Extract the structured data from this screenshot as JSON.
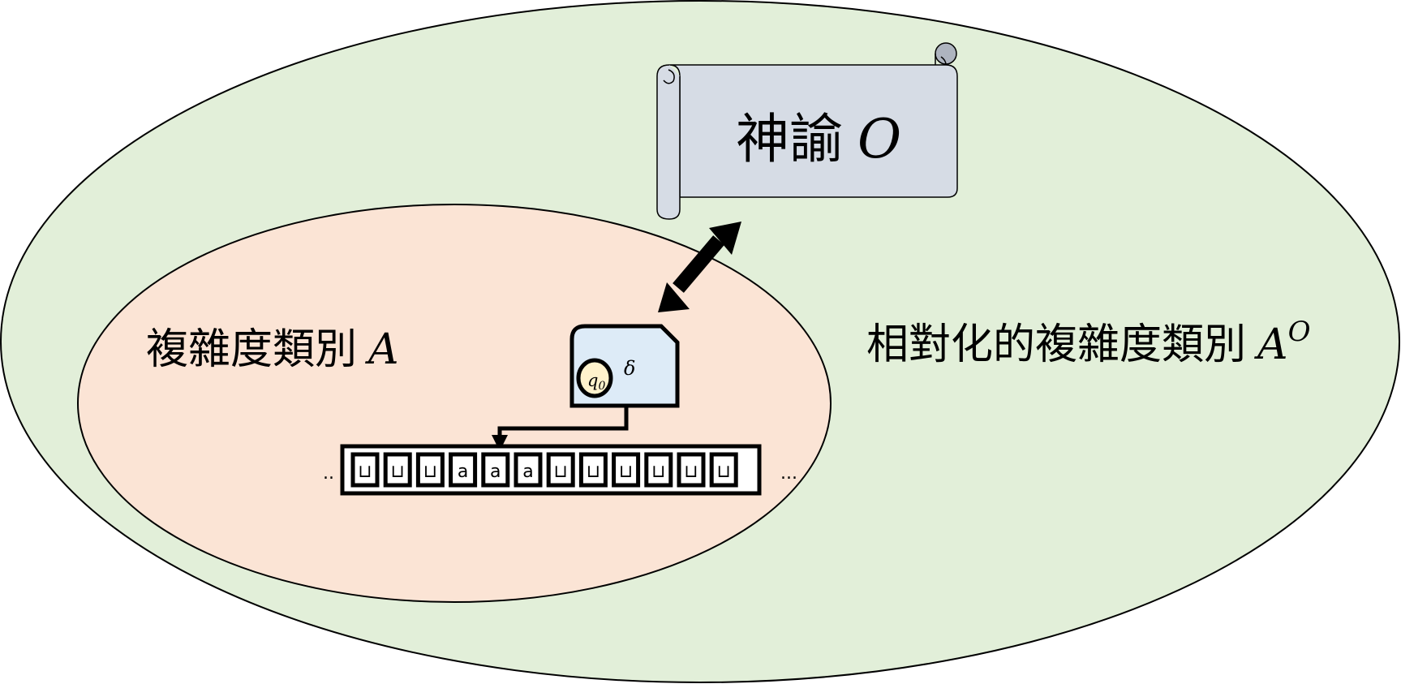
{
  "outer_region": {
    "label": "相對化的複雜度類別",
    "symbol": "A",
    "superscript": "O",
    "fill": "#e2efd9"
  },
  "inner_region": {
    "label": "複雜度類別",
    "symbol": "A",
    "fill": "#fbe4d5"
  },
  "oracle": {
    "label": "神諭",
    "symbol": "O",
    "fill": "#d6dce5"
  },
  "machine": {
    "transition_symbol": "δ",
    "state_symbol": "q",
    "state_subscript": "0",
    "fill": "#ddebf7",
    "state_fill": "#fff2cc"
  },
  "tape": {
    "left_ellipsis": "..",
    "right_ellipsis": "...",
    "cells": [
      "⊔",
      "⊔",
      "⊔",
      "a",
      "a",
      "a",
      "⊔",
      "⊔",
      "⊔",
      "⊔",
      "⊔",
      "⊔"
    ],
    "head_index": 4
  }
}
